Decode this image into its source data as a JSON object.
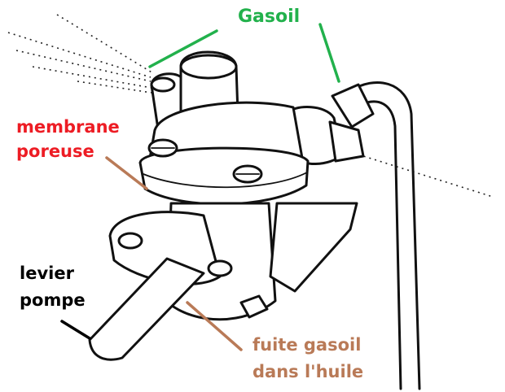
{
  "labels": {
    "gasoil": "Gasoil",
    "membrane_line1": "membrane",
    "membrane_line2": "poreuse",
    "levier_line1": "levier",
    "levier_line2": "pompe",
    "fuite_line1": "fuite gasoil",
    "fuite_line2": "dans l'huile"
  },
  "colors": {
    "gasoil": "#22b14c",
    "membrane": "#ed1c24",
    "levier": "#000000",
    "fuite": "#b97a57",
    "ink": "#111111"
  }
}
